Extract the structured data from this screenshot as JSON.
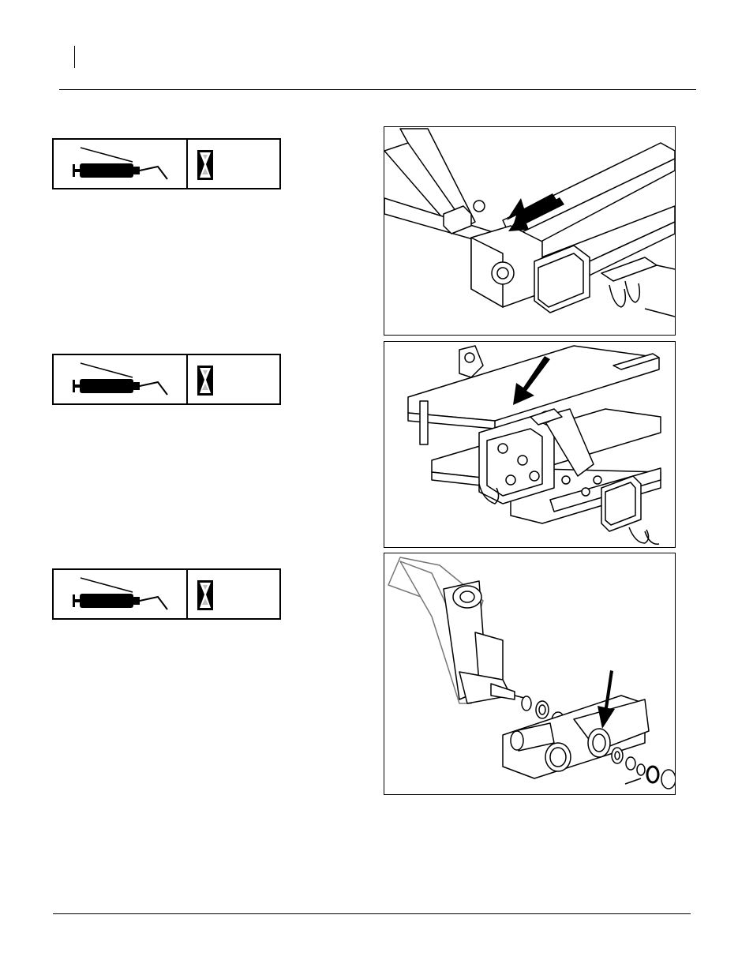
{
  "page": {
    "header_text": "",
    "footer_text": ""
  },
  "lube_symbols": [
    {
      "gun_icon": "grease-gun-icon",
      "interval_icon": "hourglass-icon"
    },
    {
      "gun_icon": "grease-gun-icon",
      "interval_icon": "hourglass-icon"
    },
    {
      "gun_icon": "grease-gun-icon",
      "interval_icon": "hourglass-icon"
    }
  ],
  "figures": [
    {
      "subject": "frame-hinge-pivot-illustration",
      "pointer_icon": "arrow-icon"
    },
    {
      "subject": "hitch-bracket-illustration",
      "pointer_icon": "arrow-icon"
    },
    {
      "subject": "wheel-hub-spindle-exploded-illustration",
      "pointer_icon": "arrow-icon"
    }
  ],
  "colors": {
    "line": "#000000",
    "paper": "#ffffff",
    "sand": "#bfbfbf"
  }
}
